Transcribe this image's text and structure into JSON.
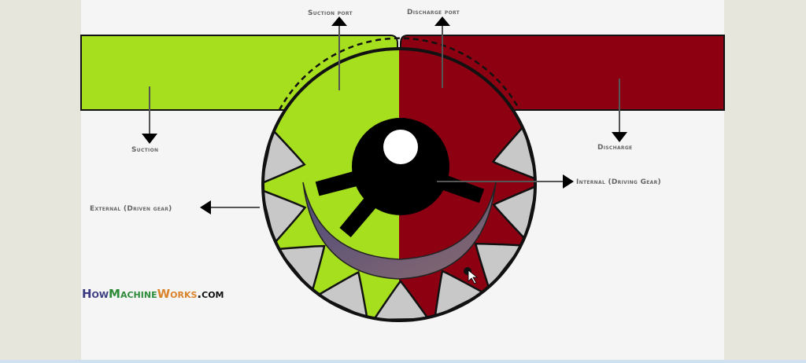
{
  "labels": {
    "suction_port": "Suction port",
    "discharge_port": "Discharge port",
    "suction": "Suction",
    "discharge": "Discharge",
    "internal": "Internal (Driving Gear)",
    "external": "External (Driven gear)"
  },
  "logo": {
    "part1": "How",
    "part2": "Machine",
    "part3": "Works",
    "part4": ".com"
  },
  "colors": {
    "suction": "#a6df1e",
    "discharge": "#8c0012",
    "logo_how": "#3a3a80",
    "logo_machine": "#2e8b3a",
    "logo_works": "#d9842a"
  }
}
